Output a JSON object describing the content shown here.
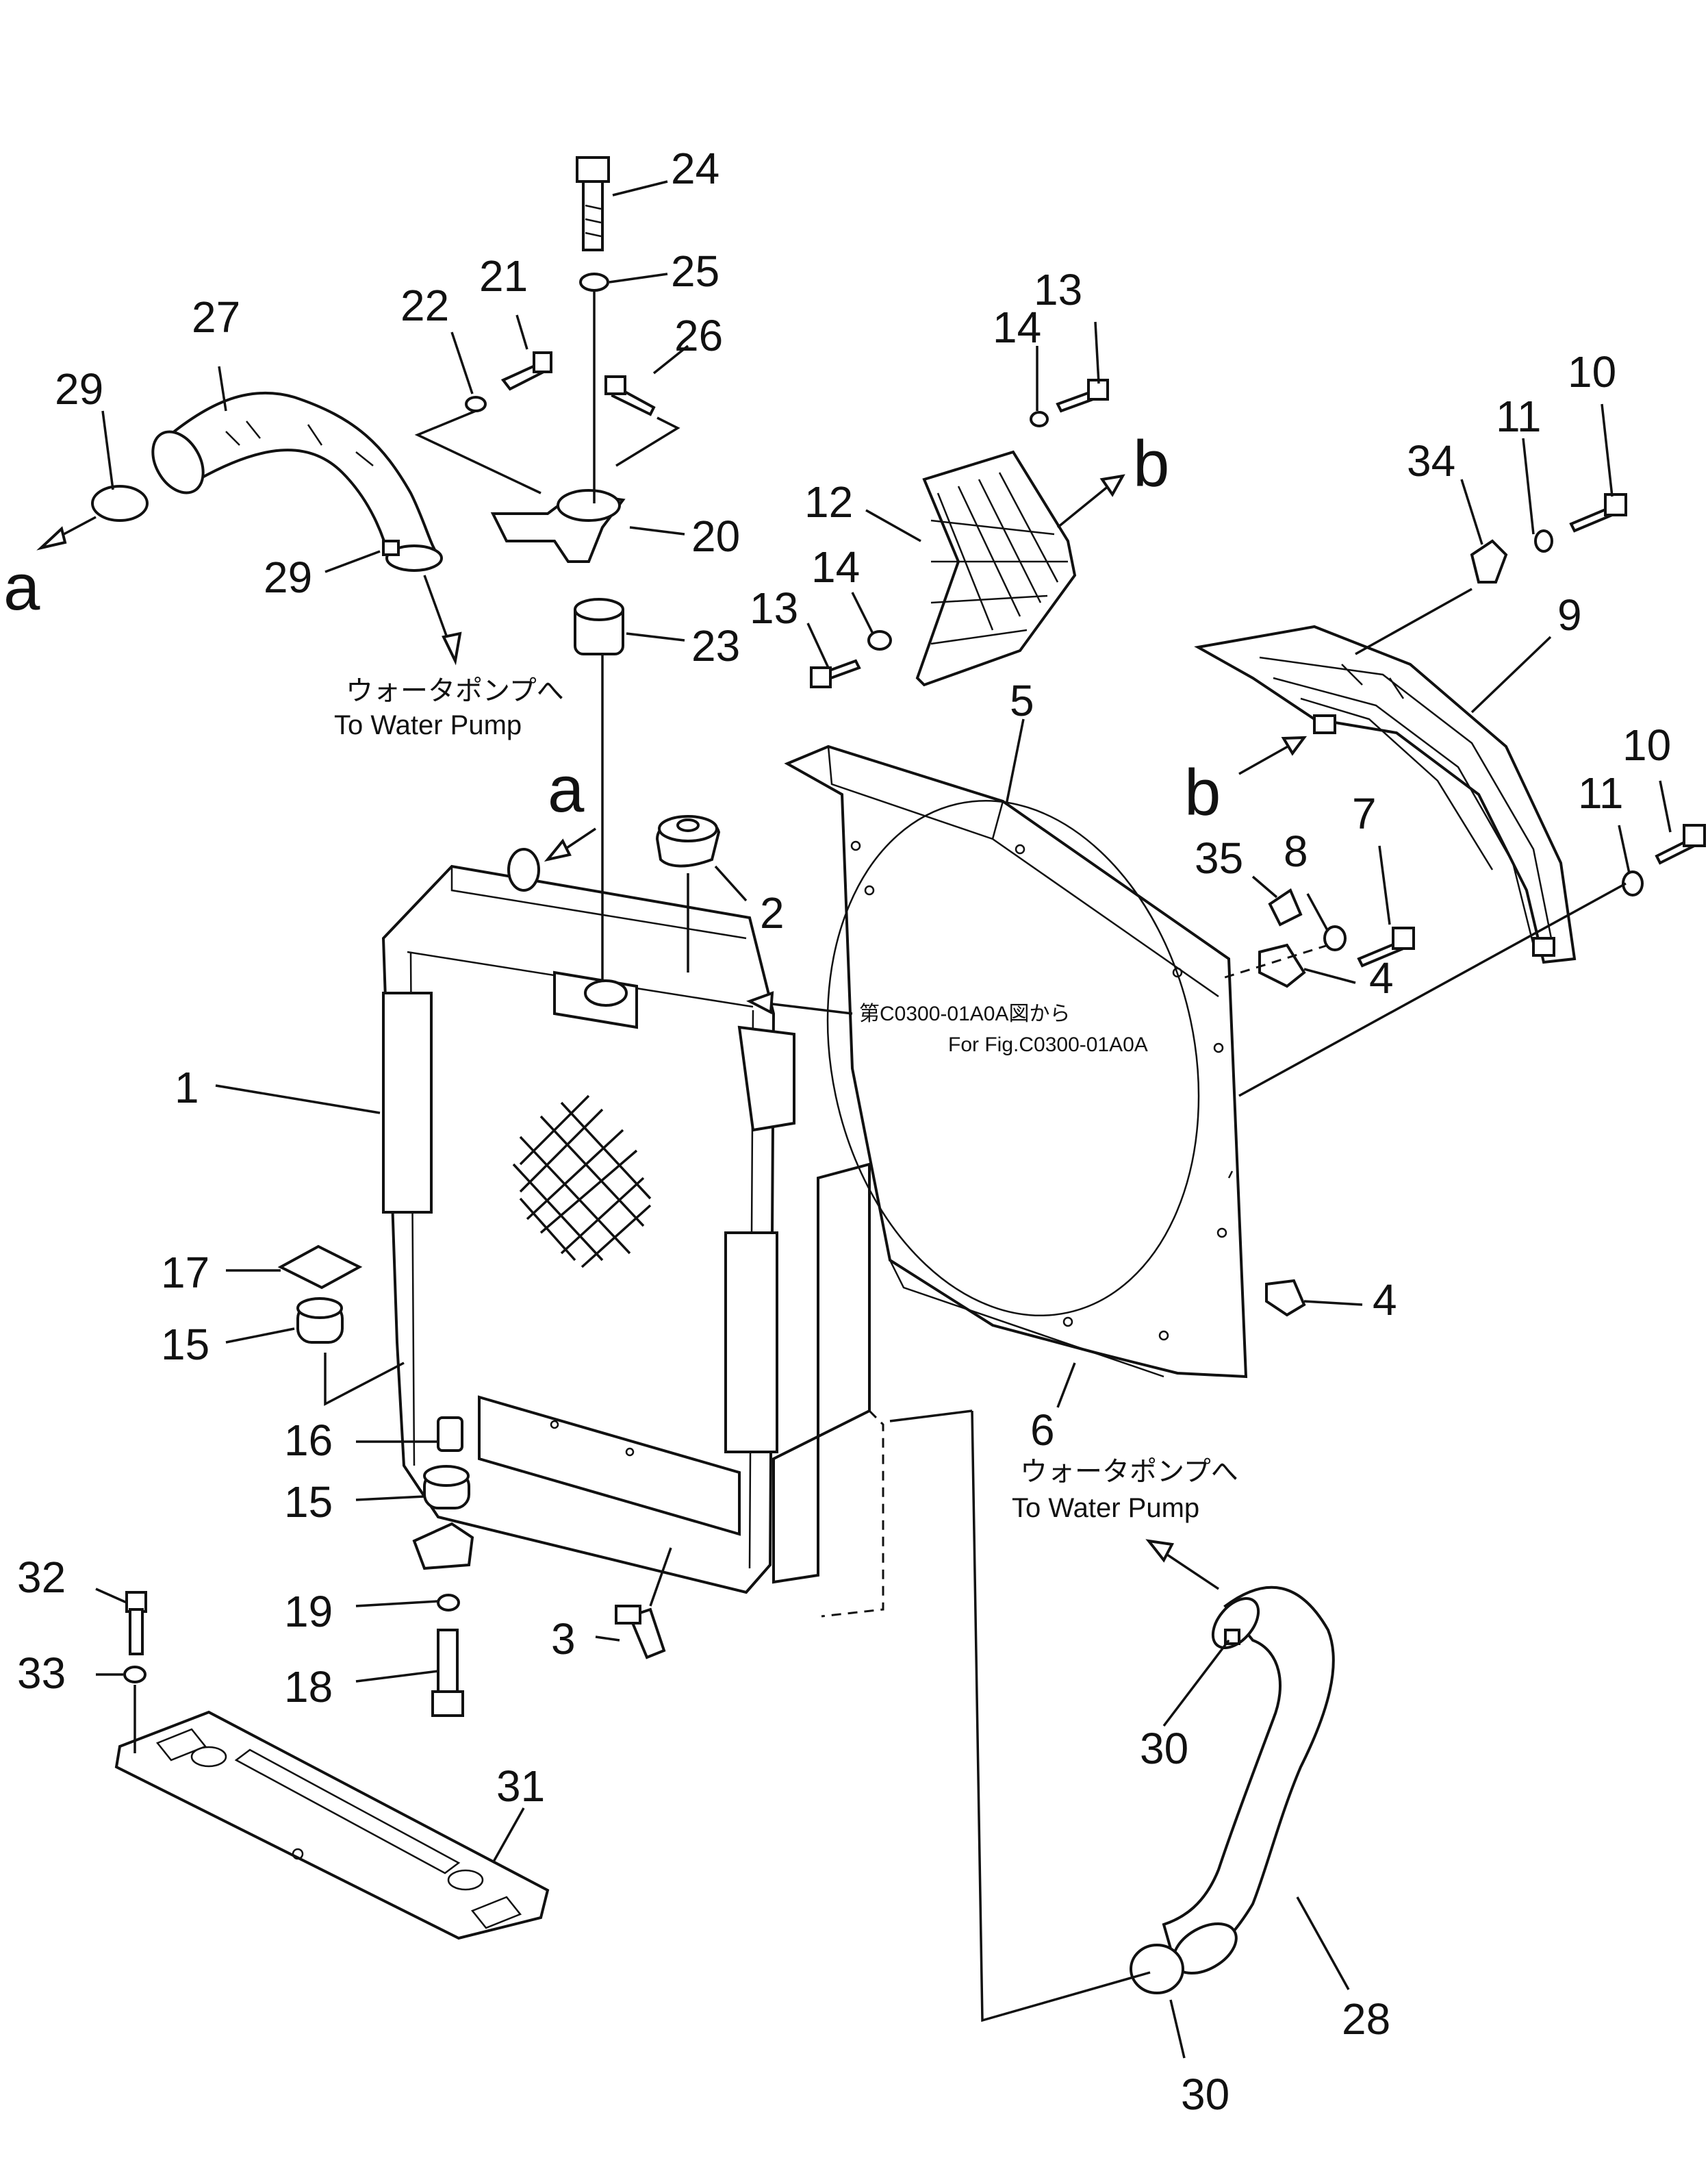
{
  "labels": {
    "p1": "1",
    "p2": "2",
    "p3": "3",
    "p4a": "4",
    "p4b": "4",
    "p5": "5",
    "p6": "6",
    "p7": "7",
    "p8": "8",
    "p9": "9",
    "p10a": "10",
    "p10b": "10",
    "p11a": "11",
    "p11b": "11",
    "p12": "12",
    "p13a": "13",
    "p13b": "13",
    "p14a": "14",
    "p14b": "14",
    "p15a": "15",
    "p15b": "15",
    "p16": "16",
    "p17": "17",
    "p18": "18",
    "p19": "19",
    "p20": "20",
    "p21": "21",
    "p22": "22",
    "p23": "23",
    "p24": "24",
    "p25": "25",
    "p26": "26",
    "p27": "27",
    "p28": "28",
    "p29a": "29",
    "p29b": "29",
    "p30a": "30",
    "p30b": "30",
    "p31": "31",
    "p32": "32",
    "p33": "33",
    "p34": "34",
    "p35": "35"
  },
  "refs": {
    "a_left": "a",
    "a_mid": "a",
    "b_top": "b",
    "b_mid": "b"
  },
  "notes": {
    "water_pump_jp_1": "ウォータポンプへ",
    "water_pump_en_1": "To Water Pump",
    "water_pump_jp_2": "ウォータポンプへ",
    "water_pump_en_2": "To Water Pump",
    "fig_ref_jp": "第C0300-01A0A図から",
    "fig_ref_en": "For Fig.C0300-01A0A"
  }
}
